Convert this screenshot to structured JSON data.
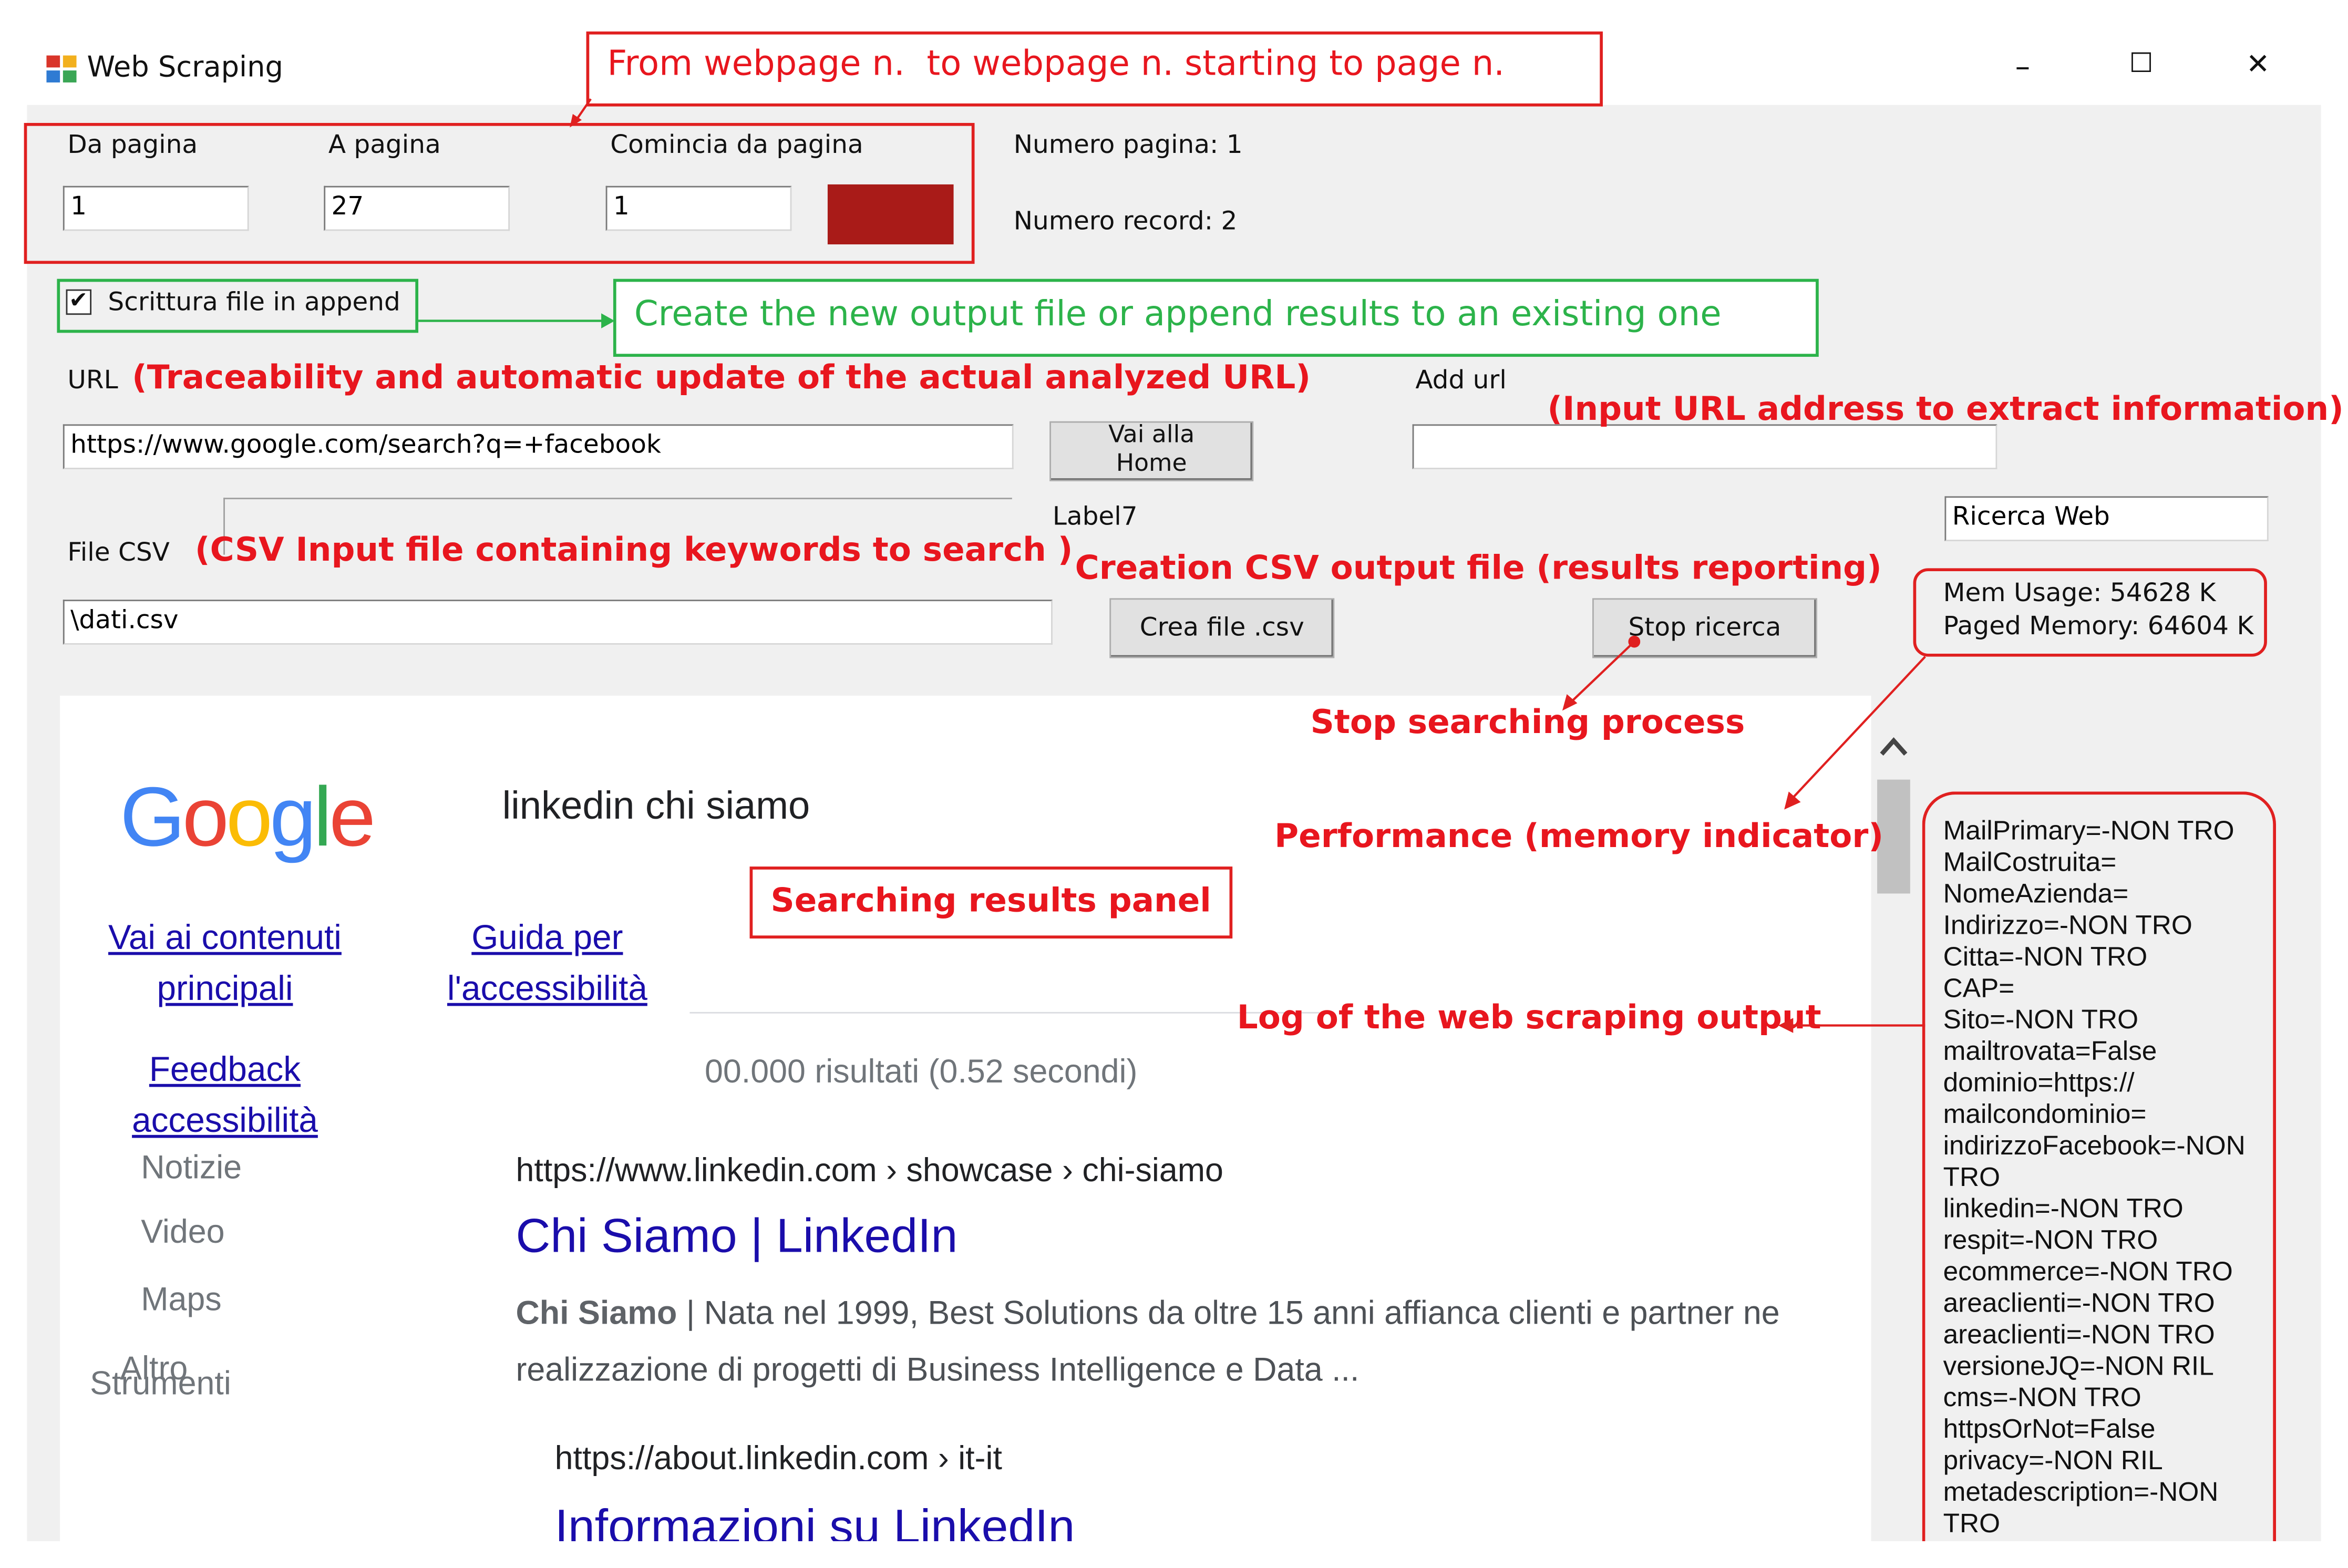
{
  "window": {
    "title": "Web Scraping",
    "minimize_glyph": "–",
    "maximize_glyph": "☐",
    "close_glyph": "✕"
  },
  "pages": {
    "from_label": "Da pagina",
    "from_value": "1",
    "to_label": "A pagina",
    "to_value": "27",
    "start_label": "Comincia da pagina",
    "start_value": "1",
    "status_color": "#a91b18",
    "page_number_text": "Numero pagina: 1",
    "record_number_text": "Numero record: 2"
  },
  "append": {
    "checkbox_label": "Scrittura file in append",
    "checked": true,
    "check_glyph": "✔"
  },
  "url": {
    "label": "URL",
    "value": "https://www.google.com/search?q=+facebook",
    "home_button": "Vai alla Home",
    "add_url_label": "Add url",
    "add_url_value": ""
  },
  "csv": {
    "label": "File CSV",
    "value": "\\dati.csv",
    "create_button": "Crea file .csv",
    "label7": "Label7",
    "search_field_value": "Ricerca Web",
    "stop_button": "Stop ricerca"
  },
  "memory": {
    "mem_usage": "Mem Usage: 54628 K",
    "paged_memory": "Paged Memory: 64604 K"
  },
  "annotations": {
    "page_range": "From webpage n.  to webpage n. starting to page n.",
    "append_file": "Create the new output file or append results to an existing one",
    "url_trace": "(Traceability and automatic update of the actual analyzed URL)",
    "input_url": "(Input URL address to extract information)",
    "csv_input": "(CSV Input file containing keywords to search )",
    "csv_output": "Creation CSV output file (results reporting)",
    "stop_search": "Stop searching process",
    "performance": "Performance (memory indicator)",
    "results_panel": "Searching results panel",
    "log_output": "Log of the web scraping output"
  },
  "colors": {
    "annotation_red": "#e8161e",
    "annotation_green": "#2cb34a",
    "form_bg": "#f0f0f0",
    "link_blue": "#1a0dab"
  },
  "browser": {
    "logo_letters": [
      "G",
      "o",
      "o",
      "g",
      "l",
      "e"
    ],
    "logo_colors": [
      "#4285f4",
      "#ea4335",
      "#fbbc05",
      "#4285f4",
      "#34a853",
      "#ea4335"
    ],
    "query": "linkedin chi siamo",
    "skip_link_1": "Vai ai contenuti principali",
    "skip_link_2": "Guida per l'accessibilità",
    "skip_link_3": "Feedback accessibilità",
    "results_stats": "00.000 risultati (0.52 secondi)",
    "nav": [
      "Notizie",
      "Video",
      "Maps",
      "Altro",
      "Strumenti"
    ],
    "results": [
      {
        "url": "https://www.linkedin.com › showcase › chi-siamo",
        "title": "Chi Siamo | LinkedIn",
        "snippet_bold": "Chi Siamo",
        "snippet_1": " | Nata nel 1999, Best Solutions da oltre 15 anni affianca clienti e partner ne",
        "snippet_2": "realizzazione di progetti di Business Intelligence e Data ..."
      },
      {
        "url": "https://about.linkedin.com › it-it",
        "title": "Informazioni su LinkedIn"
      }
    ]
  },
  "log": [
    "MailPrimary=-NON TRO",
    "MailCostruita=",
    "NomeAzienda=",
    "Indirizzo=-NON TRO",
    "Citta=-NON TRO",
    "CAP=",
    "Sito=-NON TRO",
    "mailtrovata=False",
    "dominio=https://",
    "mailcondominio=",
    "indirizzoFacebook=-NON",
    "TRO",
    "linkedin=-NON TRO",
    "respit=-NON TRO",
    "ecommerce=-NON TRO",
    "areaclienti=-NON TRO",
    "areaclienti=-NON TRO",
    "versioneJQ=-NON RIL",
    "cms=-NON TRO",
    "httpsOrNot=False",
    "privacy=-NON RIL",
    "metadescription=-NON",
    "TRO"
  ]
}
